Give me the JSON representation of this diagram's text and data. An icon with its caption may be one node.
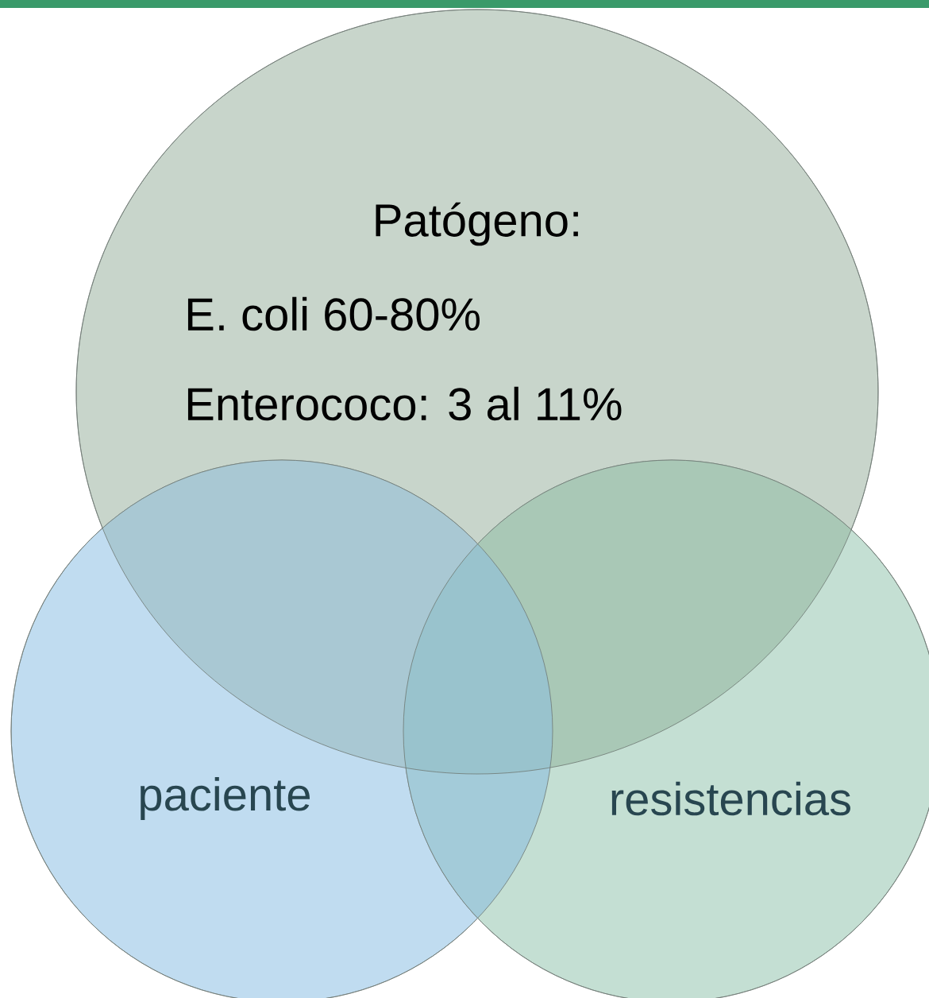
{
  "diagram": {
    "nodes": [
      {
        "text": [
          "Patógeno:",
          "E. coli 60-80%",
          "Enterococo: 3 al 11%"
        ]
      },
      {
        "text": [
          "paciente"
        ]
      },
      {
        "text": [
          "resistencias"
        ]
      }
    ]
  }
}
